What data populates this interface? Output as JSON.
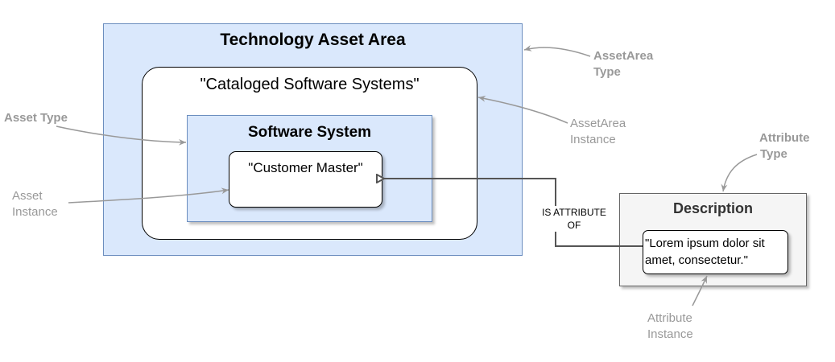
{
  "diagram": {
    "asset_area": {
      "title": "Technology Asset Area"
    },
    "asset_area_instance": {
      "title": "\"Cataloged Software Systems\""
    },
    "asset_type": {
      "title": "Software System"
    },
    "asset_instance": {
      "title": "\"Customer Master\""
    },
    "attribute_type": {
      "title": "Description"
    },
    "attribute_instance": {
      "lines": [
        "\"Lorem ipsum dolor sit",
        "amet, consectetur.\""
      ]
    },
    "relationship": {
      "lines": [
        "IS ATTRIBUTE",
        "OF"
      ]
    },
    "annotations": {
      "asset_area_type": [
        "AssetArea",
        "Type"
      ],
      "asset_area_instance": [
        "AssetArea",
        "Instance"
      ],
      "asset_type": [
        "Asset Type"
      ],
      "asset_instance": [
        "Asset",
        "Instance"
      ],
      "attribute_type": [
        "Attribute",
        "Type"
      ],
      "attribute_instance": [
        "Attribute",
        "Instance"
      ]
    },
    "colors": {
      "container_fill": "#dae8fc",
      "container_stroke": "#6c8ebf",
      "attribute_fill": "#f5f5f5",
      "attribute_stroke": "#666666",
      "annotation_text": "#999999",
      "connector": "#555555"
    }
  }
}
